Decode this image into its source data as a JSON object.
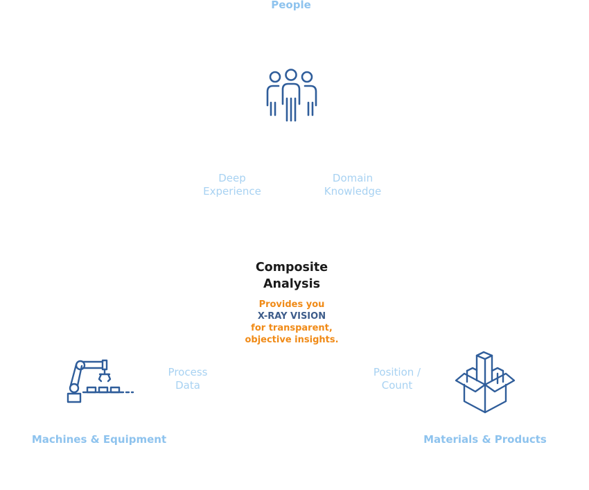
{
  "nodes": {
    "people": {
      "title": "People",
      "icon": "people-group-icon"
    },
    "machines": {
      "title": "Machines & Equipment",
      "icon": "robotic-arm-conveyor-icon"
    },
    "materials": {
      "title": "Materials & Products",
      "icon": "open-box-icon"
    }
  },
  "edges": {
    "deep_experience": {
      "line1": "Deep",
      "line2": "Experience"
    },
    "domain_knowledge": {
      "line1": "Domain",
      "line2": "Knowledge"
    },
    "process_data": {
      "line1": "Process",
      "line2": "Data"
    },
    "position_count": {
      "line1": "Position /",
      "line2": "Count"
    }
  },
  "center": {
    "title_line1": "Composite",
    "title_line2": "Analysis",
    "tagline_line1": "Provides you",
    "tagline_line2": "X-RAY VISION",
    "tagline_line3": "for transparent,",
    "tagline_line4": "objective insights."
  },
  "colors": {
    "node_title": "#8ec3ee",
    "edge_label": "#a8d2f2",
    "icon_stroke": "#2f5d9a",
    "center_title": "#1a1a1a",
    "tagline_orange": "#f08a16",
    "tagline_blue": "#3d5c8a"
  }
}
